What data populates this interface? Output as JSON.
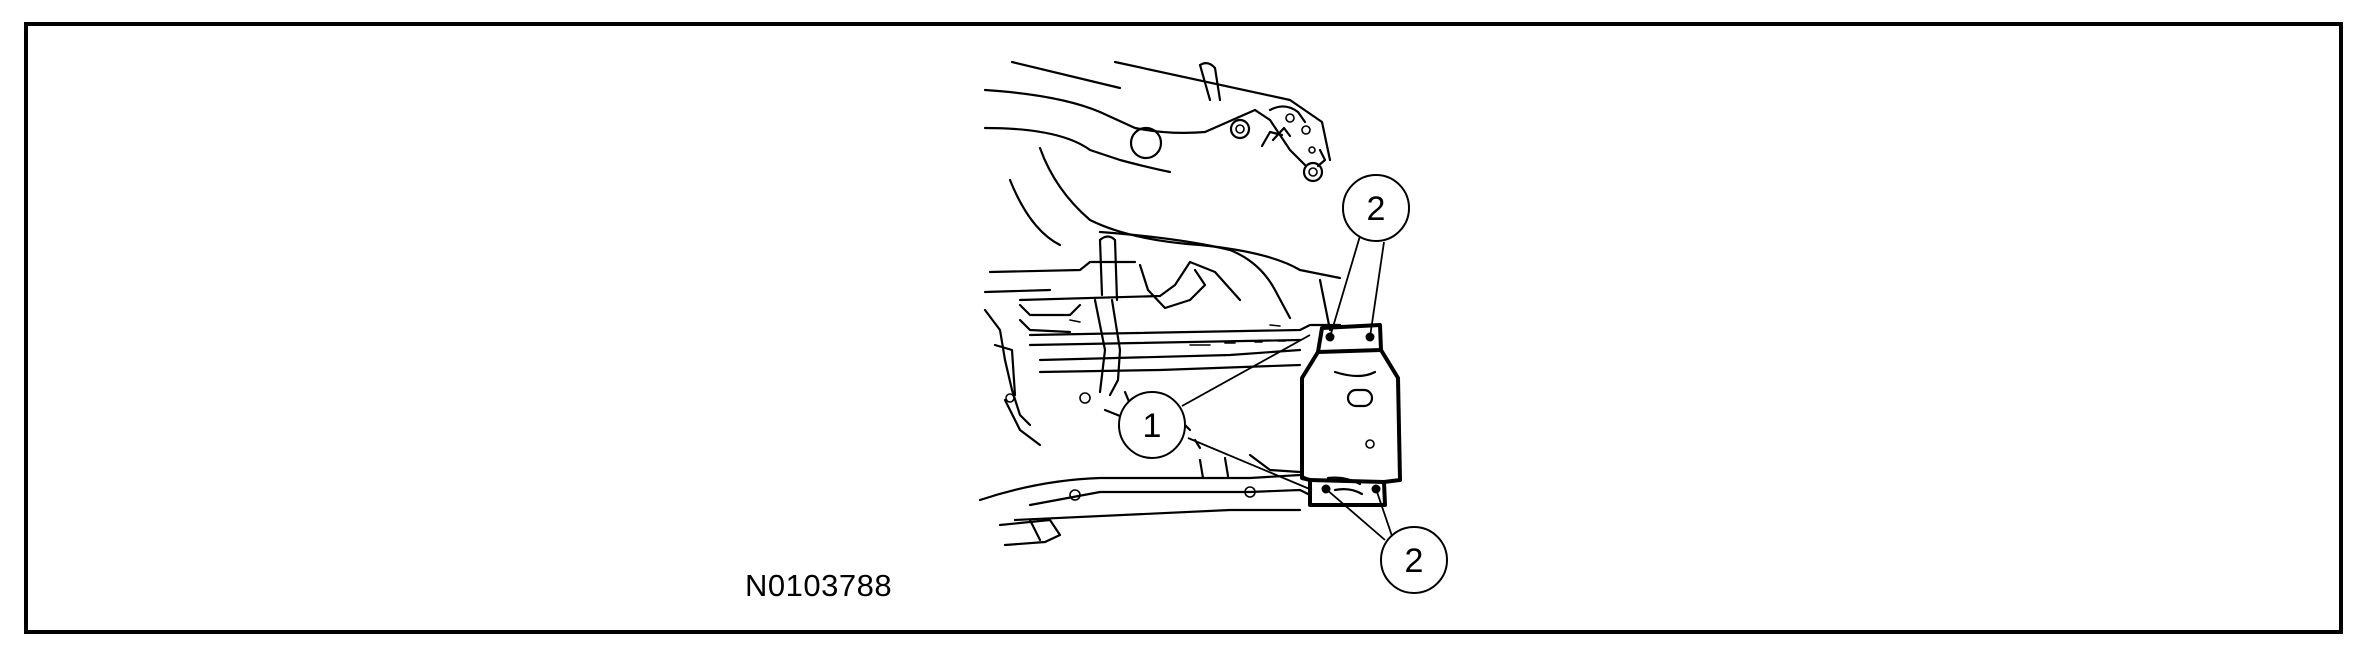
{
  "figure": {
    "id": "N0103788"
  },
  "callouts": [
    {
      "label": "1"
    },
    {
      "label": "2"
    },
    {
      "label": "2"
    }
  ]
}
